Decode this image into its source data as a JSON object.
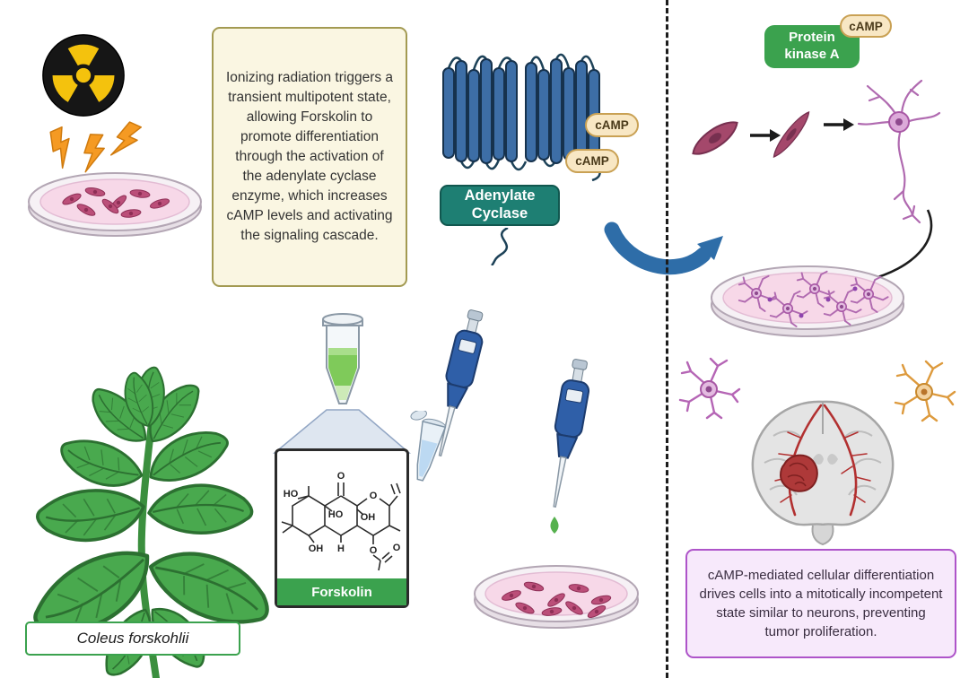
{
  "colors": {
    "teal": "#1e7f73",
    "green": "#3ba24e",
    "camp_beige": "#f8e7c4",
    "camp_border": "#c9a154",
    "note_cream_bg": "#faf6e2",
    "note_cream_border": "#a39a52",
    "note_purple_bg": "#f7e9fb",
    "note_purple_border": "#ae54c9",
    "arrow_blue": "#2e6da8",
    "protein_blue": "#3d6ea6",
    "dish_pink": "#f7d8e8",
    "cell_rose": "#bb4f79",
    "radiation_yellow": "#f4c20d",
    "bolt_orange": "#f59a23",
    "tumor_red": "#ae3939"
  },
  "left_panel": {
    "note": "Ionizing radiation triggers a transient multipotent state, allowing Forskolin to promote differentiation through the activation of the adenylate cyclase enzyme, which increases cAMP levels and activating the signaling cascade.",
    "adenylate_cyclase": "Adenylate Cyclase",
    "camp": "cAMP",
    "plant_name": "Coleus forskohlii",
    "forskolin": "Forskolin",
    "structure_atoms": {
      "o_ketone": "O",
      "ho_top": "HO",
      "ho_mid": "HO",
      "oh_mid": "OH",
      "h_bottom": "H",
      "oh_bottom": "OH",
      "o_ring": "O",
      "o_ester": "O",
      "o_carbonyl": "O"
    }
  },
  "right_panel": {
    "protein_kinase_a": "Protein kinase A",
    "camp": "cAMP",
    "note": "cAMP-mediated cellular differentiation drives cells into a mitotically incompetent state similar to neurons, preventing tumor proliferation."
  }
}
